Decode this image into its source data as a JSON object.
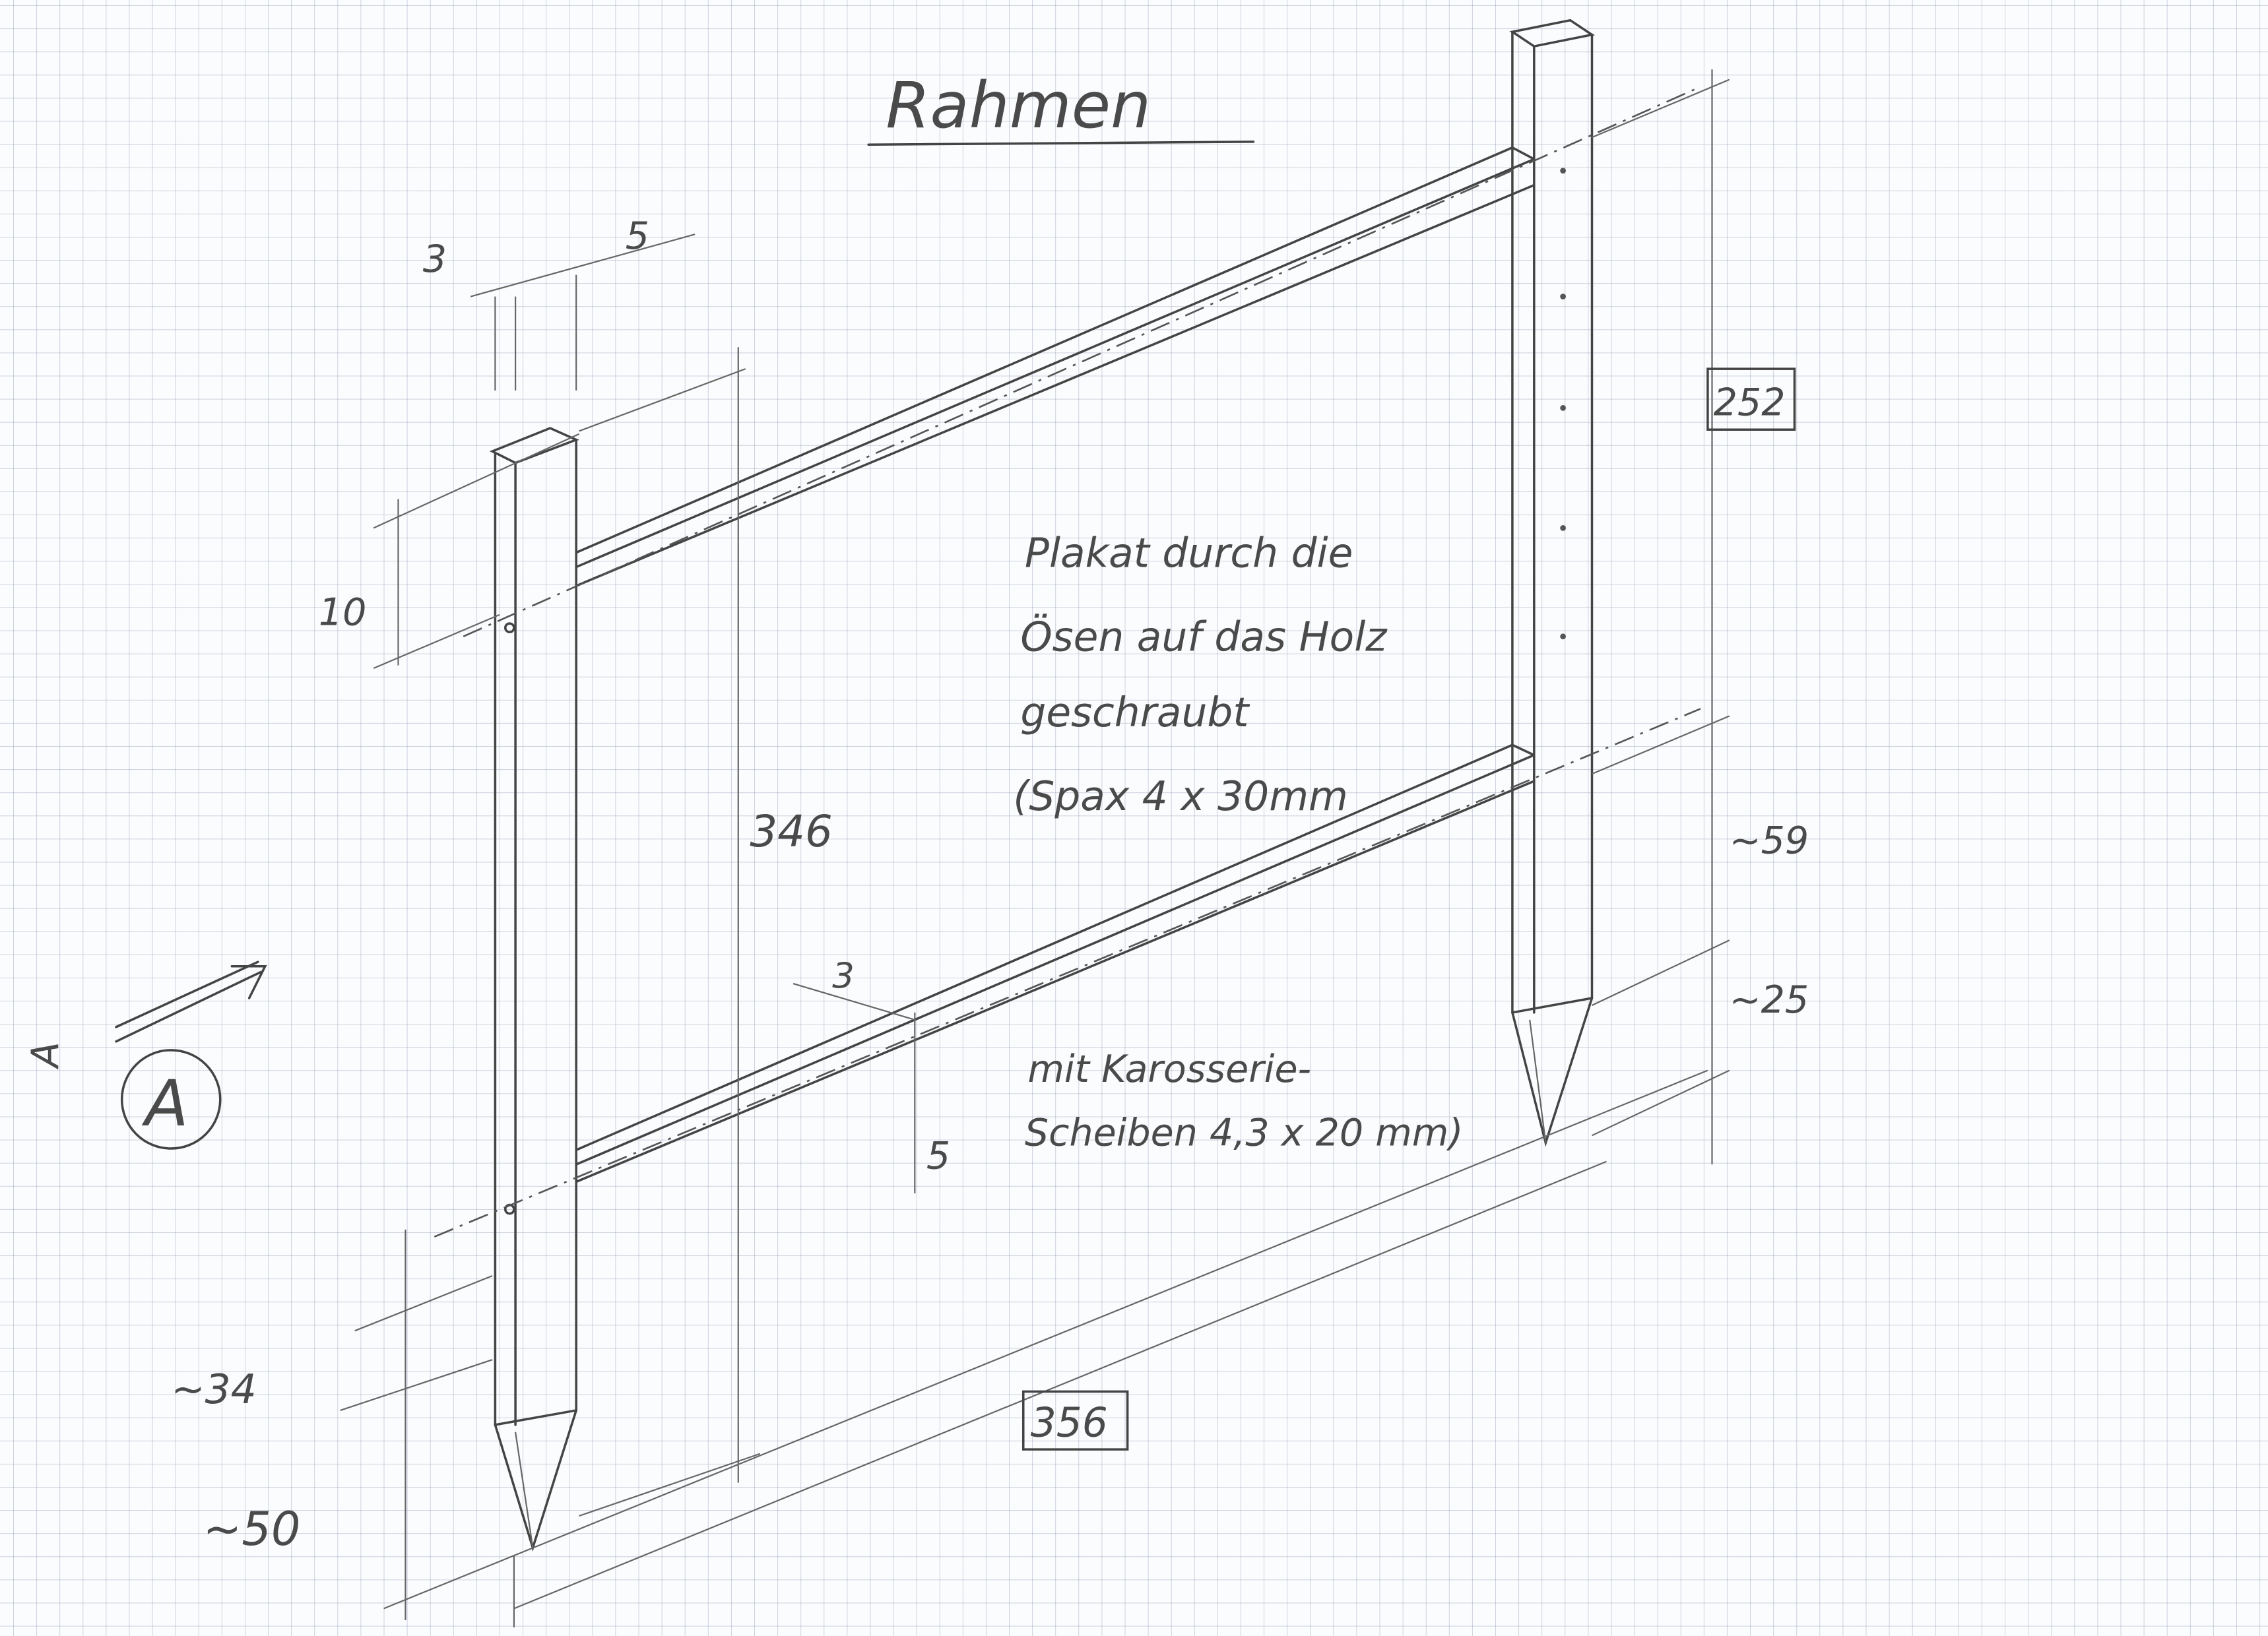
{
  "title": "Rahmen",
  "note_screws": [
    "Plakat durch die",
    "Ösen auf das Holz",
    "geschraubt",
    "(Spax 4 x 30mm"
  ],
  "note_washers": [
    "mit Karosserie-",
    "Scheiben 4,3 x 20 mm)"
  ],
  "dimensions": {
    "post_width": "3",
    "post_depth": "5",
    "rail_offset": "10",
    "inner_height": "346",
    "total_height": "252",
    "right_ground": "~59",
    "right_tip": "~25",
    "rail_width": "3",
    "rail_height": "5",
    "left_ground": "~34",
    "left_tip": "~50",
    "total_length": "356"
  },
  "view_marker": "A",
  "colors": {
    "pencil": "#444444",
    "grid": "#8c96b4",
    "paper": "#fbfcfe"
  }
}
